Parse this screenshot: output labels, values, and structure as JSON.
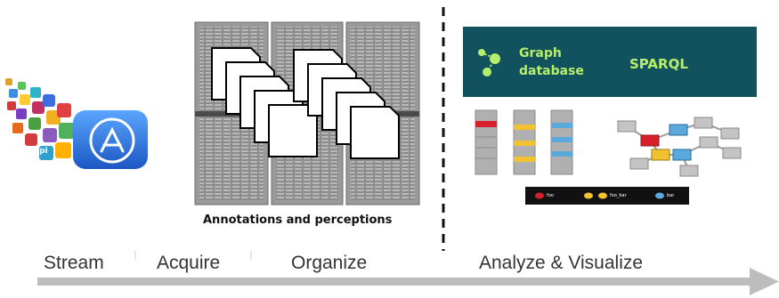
{
  "stages": [
    {
      "key": "stream",
      "label": "Stream"
    },
    {
      "key": "acquire",
      "label": "Acquire"
    },
    {
      "key": "organize",
      "label": "Organize"
    },
    {
      "key": "analyze",
      "label": "Analyze & Visualize"
    }
  ],
  "organize_caption": "Annotations and perceptions",
  "graph_panel": {
    "graph_label_line1": "Graph",
    "graph_label_line2": "database",
    "query_label": "SPARQL"
  },
  "legend": {
    "items": [
      {
        "label": "foo",
        "color": "#d7202c"
      },
      {
        "label": "foo_bar",
        "color": "#f2c230"
      },
      {
        "label": "bar",
        "color": "#5aa9dc"
      }
    ]
  },
  "colors": {
    "panel": "#12525f",
    "accent_green": "#b6ef6a",
    "arrow": "#bdbdbd",
    "divider": "#111111",
    "app_store_blue": "#2b6fd6"
  },
  "icons": {
    "app_stream": "app-store-icon-stream",
    "servers": "server-rack-icon",
    "documents": "document-stack-icon",
    "graph": "graph-database-icon",
    "network": "network-graph-icon"
  }
}
